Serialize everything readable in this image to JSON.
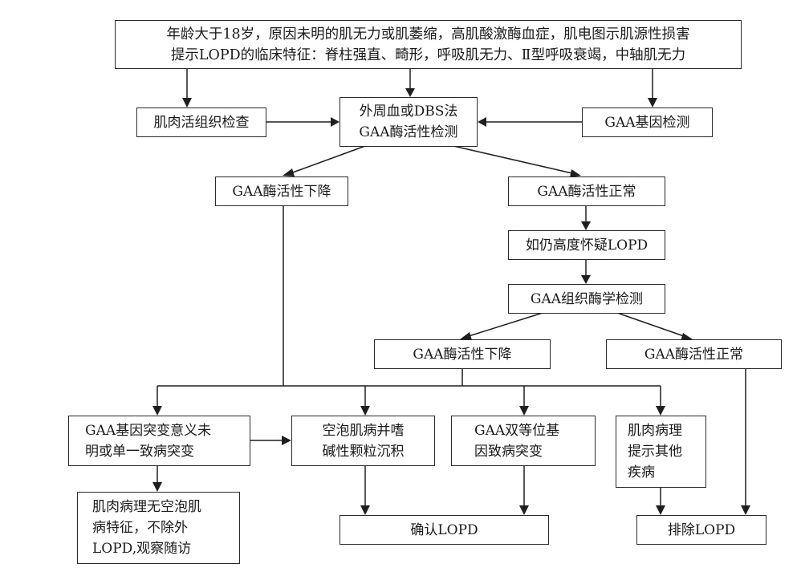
{
  "diagram": {
    "title": "LOPD diagnostic flowchart",
    "nodes": {
      "indication": "年龄大于18岁，原因未明的肌无力或肌萎缩，高肌酸激酶血症，肌电图示肌源性损害\n提示LOPD的临床特征：脊柱强直、畸形，呼吸肌无力、Ⅱ型呼吸衰竭，中轴肌无力",
      "muscle_biopsy": "肌肉活组织检查",
      "enzyme_test": "外周血或DBS法\nGAA酶活性检测",
      "gene_test": "GAA基因检测",
      "enzyme_low": "GAA酶活性下降",
      "enzyme_normal": "GAA酶活性正常",
      "still_suspect": "如仍高度怀疑LOPD",
      "tissue_enzyme": "GAA组织酶学检测",
      "tissue_low": "GAA酶活性下降",
      "tissue_normal": "GAA酶活性正常",
      "vus_single": "GAA基因突变意义未\n明或单一致病突变",
      "vacuolar": "空泡肌病并嗜\n碱性颗粒沉积",
      "biallelic": "GAA双等位基\n因致病突变",
      "other_disease": "肌肉病理\n提示其他\n疾病",
      "no_vacuole": "肌肉病理无空泡肌\n病特征，不除外\nLOPD,观察随访",
      "confirm": "确认LOPD",
      "exclude": "排除LOPD"
    },
    "edges": [
      [
        "indication",
        "muscle_biopsy"
      ],
      [
        "indication",
        "enzyme_test"
      ],
      [
        "indication",
        "gene_test"
      ],
      [
        "muscle_biopsy",
        "enzyme_test"
      ],
      [
        "gene_test",
        "enzyme_test"
      ],
      [
        "enzyme_test",
        "enzyme_low"
      ],
      [
        "enzyme_test",
        "enzyme_normal"
      ],
      [
        "enzyme_normal",
        "still_suspect"
      ],
      [
        "still_suspect",
        "tissue_enzyme"
      ],
      [
        "tissue_enzyme",
        "tissue_low"
      ],
      [
        "tissue_enzyme",
        "tissue_normal"
      ],
      [
        "enzyme_low",
        "vus_single"
      ],
      [
        "enzyme_low",
        "vacuolar"
      ],
      [
        "enzyme_low",
        "biallelic"
      ],
      [
        "enzyme_low",
        "other_disease"
      ],
      [
        "tissue_low",
        "vus_single"
      ],
      [
        "tissue_low",
        "vacuolar"
      ],
      [
        "tissue_low",
        "biallelic"
      ],
      [
        "tissue_low",
        "other_disease"
      ],
      [
        "vus_single",
        "vacuolar"
      ],
      [
        "vus_single",
        "no_vacuole"
      ],
      [
        "vacuolar",
        "confirm"
      ],
      [
        "biallelic",
        "confirm"
      ],
      [
        "other_disease",
        "exclude"
      ],
      [
        "tissue_normal",
        "exclude"
      ]
    ]
  }
}
